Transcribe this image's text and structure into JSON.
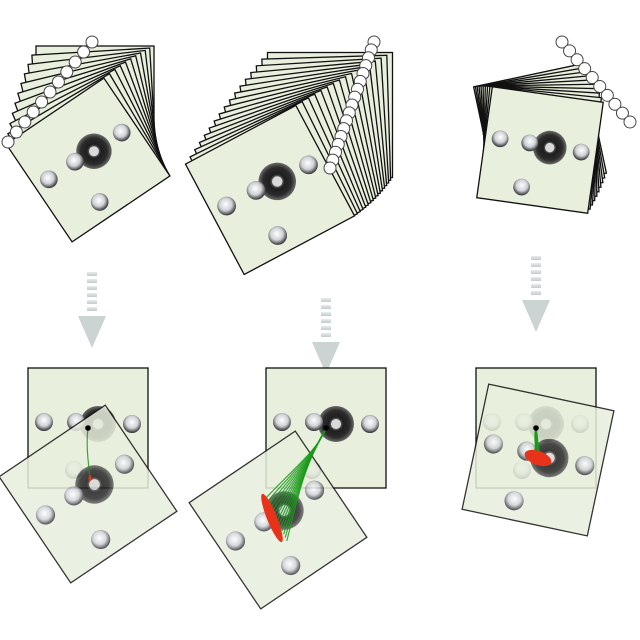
{
  "figure": {
    "background": "#ffffff",
    "frame_fill": "#e8efdd",
    "frame_stroke": "#111111",
    "connector_fill": "#ffffff",
    "connector_stroke": "#444444",
    "arrow_color": "#ccd3d3",
    "trajectory_color": "#1a9a1a",
    "endpoint_color": "#e8331a",
    "columns": [
      {
        "name": "column-1",
        "stack_frames": 11,
        "arrow": "down-arrow"
      },
      {
        "name": "column-2",
        "stack_frames": 17,
        "arrow": "down-arrow"
      },
      {
        "name": "column-3",
        "stack_frames": 10,
        "arrow": "down-arrow"
      }
    ]
  }
}
